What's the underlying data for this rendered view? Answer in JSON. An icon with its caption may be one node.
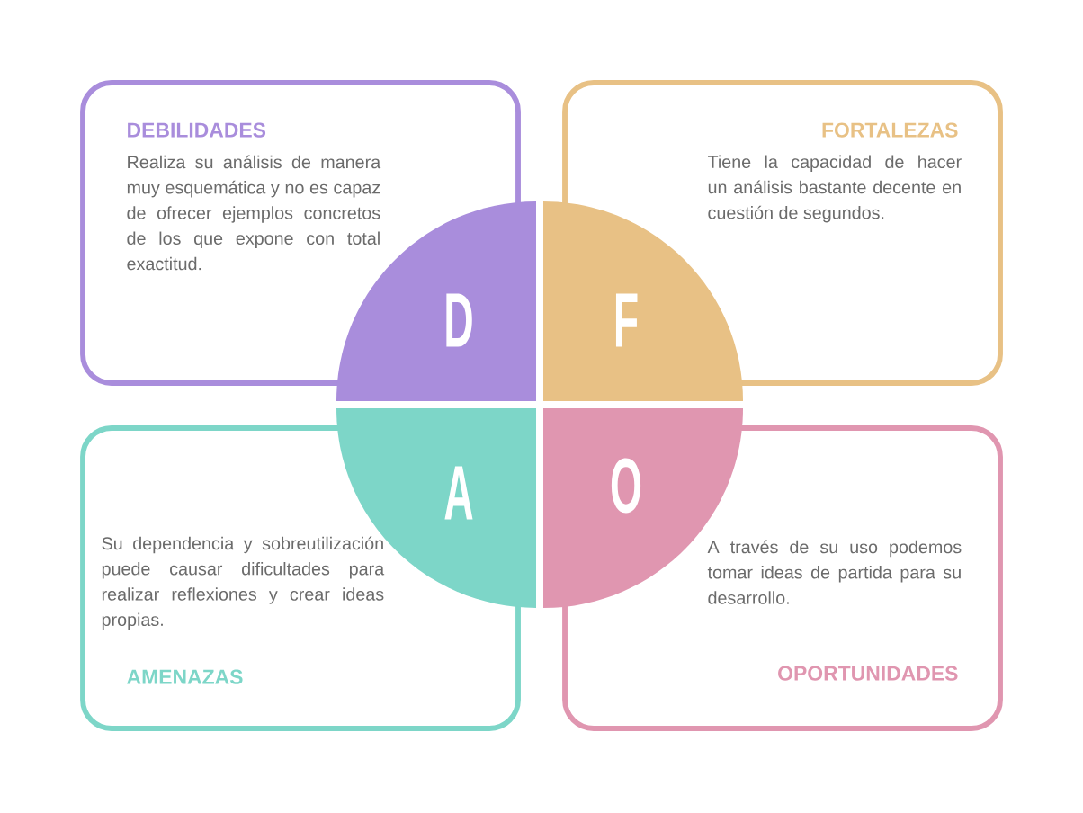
{
  "diagram": {
    "nodes": [
      {
        "text": [
          "DEBILIDADES",
          "Realiza su análisis de manera muy esquemática y no es capaz de ofrecer ejemplos concretos de los que expone con total exactitud."
        ]
      },
      {
        "text": [
          "FORTALEZAS",
          "Tiene la capacidad de hacer un análisis bastante decente en cuestión de segundos."
        ]
      },
      {
        "text": [
          "D"
        ]
      },
      {
        "text": [
          "F"
        ]
      },
      {
        "text": [
          "A"
        ]
      },
      {
        "text": [
          "O"
        ]
      },
      {
        "text": [
          "Su dependencia y sobreutilización puede causar dificultades para realizar reflexiones y crear ideas propias.",
          "AMENAZAS"
        ]
      },
      {
        "text": [
          "A través de su uso podemos tomar ideas de partida para su desarrollo.",
          "OPORTUNIDADES"
        ]
      }
    ]
  }
}
